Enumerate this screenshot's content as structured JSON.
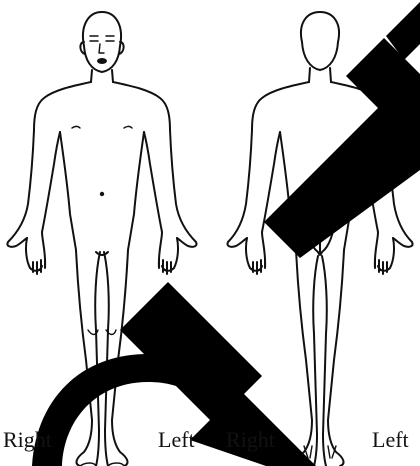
{
  "colors": {
    "background": "#ffffff",
    "outline": "#111111",
    "watermark": "#000000"
  },
  "front_view": {
    "right_label": "Right",
    "left_label": "Left"
  },
  "back_view": {
    "right_label": "Right",
    "left_label": "Left"
  }
}
